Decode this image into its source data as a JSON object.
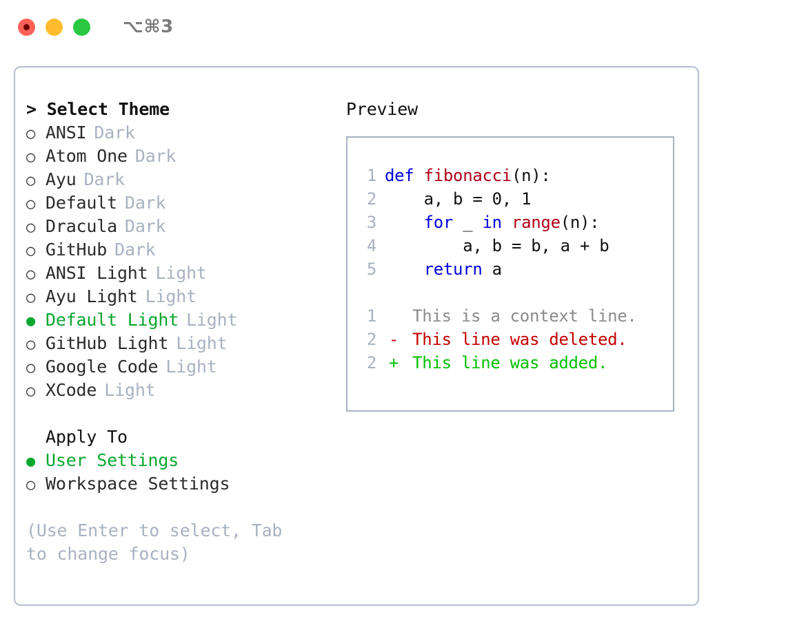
{
  "titlebar": {
    "shortcut": "⌥⌘3",
    "lights": [
      "close",
      "minimize",
      "zoom"
    ]
  },
  "theme_picker": {
    "header": "> Select Theme",
    "unselected_marker": "○",
    "selected_marker": "●",
    "selected_color": "#0aa72e",
    "items": [
      {
        "label": "ANSI",
        "category": "Dark",
        "selected": false
      },
      {
        "label": "Atom One",
        "category": "Dark",
        "selected": false
      },
      {
        "label": "Ayu",
        "category": "Dark",
        "selected": false
      },
      {
        "label": "Default",
        "category": "Dark",
        "selected": false
      },
      {
        "label": "Dracula",
        "category": "Dark",
        "selected": false
      },
      {
        "label": "GitHub",
        "category": "Dark",
        "selected": false
      },
      {
        "label": "ANSI Light",
        "category": "Light",
        "selected": false
      },
      {
        "label": "Ayu Light",
        "category": "Light",
        "selected": false
      },
      {
        "label": "Default Light",
        "category": "Light",
        "selected": true
      },
      {
        "label": "GitHub Light",
        "category": "Light",
        "selected": false
      },
      {
        "label": "Google Code",
        "category": "Light",
        "selected": false
      },
      {
        "label": "XCode",
        "category": "Light",
        "selected": false
      }
    ]
  },
  "apply_to": {
    "header": "Apply To",
    "items": [
      {
        "label": "User Settings",
        "selected": true
      },
      {
        "label": "Workspace Settings",
        "selected": false
      }
    ]
  },
  "hint": "(Use Enter to select, Tab to change focus)",
  "preview": {
    "title": "Preview",
    "code_lines": [
      {
        "no": "1",
        "tokens": [
          {
            "t": "def ",
            "c": "kw"
          },
          {
            "t": "fibonacci",
            "c": "fn"
          },
          {
            "t": "(n):",
            "c": "txt"
          }
        ]
      },
      {
        "no": "2",
        "tokens": [
          {
            "t": "    a, b = 0, 1",
            "c": "txt"
          }
        ]
      },
      {
        "no": "3",
        "tokens": [
          {
            "t": "    ",
            "c": "txt"
          },
          {
            "t": "for",
            "c": "kw"
          },
          {
            "t": " _ ",
            "c": "txt"
          },
          {
            "t": "in",
            "c": "kw"
          },
          {
            "t": " ",
            "c": "txt"
          },
          {
            "t": "range",
            "c": "fn"
          },
          {
            "t": "(n):",
            "c": "txt"
          }
        ]
      },
      {
        "no": "4",
        "tokens": [
          {
            "t": "        a, b = b, a + b",
            "c": "txt"
          }
        ]
      },
      {
        "no": "5",
        "tokens": [
          {
            "t": "    ",
            "c": "txt"
          },
          {
            "t": "return",
            "c": "kw"
          },
          {
            "t": " a",
            "c": "txt"
          }
        ]
      }
    ],
    "diff_lines": [
      {
        "no": "1",
        "sign": " ",
        "text": "This is a context line.",
        "kind": "ctx"
      },
      {
        "no": "2",
        "sign": "-",
        "text": "This line was deleted.",
        "kind": "del"
      },
      {
        "no": "2",
        "sign": "+",
        "text": "This line was added.",
        "kind": "add"
      }
    ],
    "colors": {
      "keyword": "#0000dd",
      "function": "#b00018",
      "text": "#111111",
      "lineno": "#a8b2c1",
      "diff_context": "#8b8b8b",
      "diff_deleted": "#c40000",
      "diff_added": "#00c000",
      "border": "#a8b2c1"
    }
  }
}
